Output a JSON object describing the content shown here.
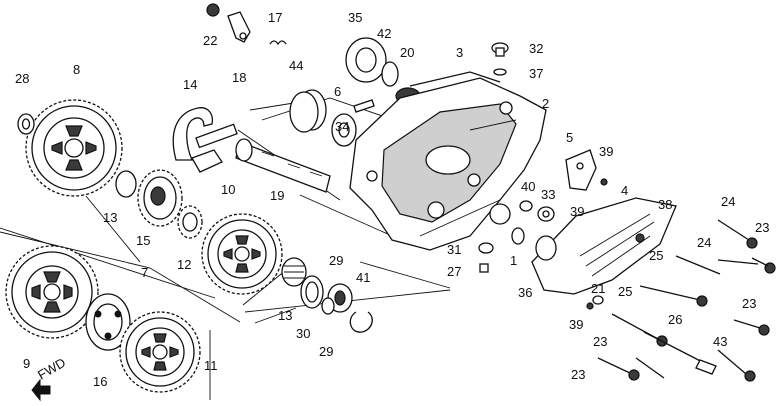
{
  "callouts": {
    "c1": "1",
    "c2": "2",
    "c3": "3",
    "c4": "4",
    "c5": "5",
    "c6": "6",
    "c7": "7",
    "c8": "8",
    "c9": "9",
    "c10": "10",
    "c11": "11",
    "c12": "12",
    "c13a": "13",
    "c13b": "13",
    "c14": "14",
    "c15": "15",
    "c16": "16",
    "c17": "17",
    "c18": "18",
    "c19": "19",
    "c20": "20",
    "c21": "21",
    "c22": "22",
    "c23a": "23",
    "c23b": "23",
    "c23c": "23",
    "c23d": "23",
    "c24a": "24",
    "c24b": "24",
    "c25a": "25",
    "c25b": "25",
    "c26": "26",
    "c27": "27",
    "c28": "28",
    "c29a": "29",
    "c29b": "29",
    "c30": "30",
    "c31": "31",
    "c32": "32",
    "c33": "33",
    "c34": "34",
    "c35": "35",
    "c36": "36",
    "c37": "37",
    "c38": "38",
    "c39a": "39",
    "c39b": "39",
    "c39c": "39",
    "c40": "40",
    "c41": "41",
    "c42": "42",
    "c43": "43",
    "c44": "44"
  },
  "fwd_label": "FWD",
  "colors": {
    "ink": "#111111",
    "paper": "#ffffff",
    "shade": "#cfcfcf"
  }
}
